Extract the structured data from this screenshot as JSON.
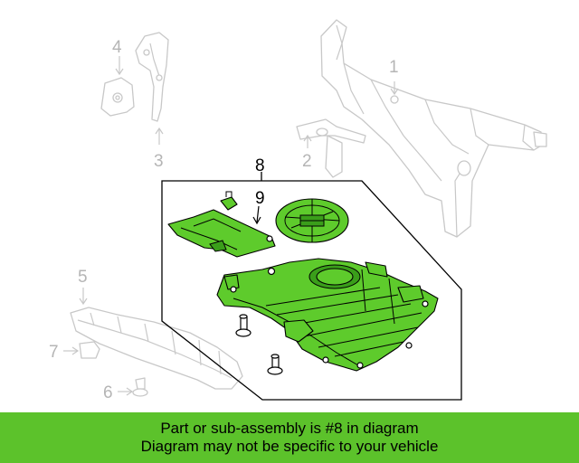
{
  "callouts": {
    "c1": "1",
    "c2": "2",
    "c3": "3",
    "c4": "4",
    "c5": "5",
    "c6": "6",
    "c7": "7",
    "c8": "8",
    "c9": "9"
  },
  "banner": {
    "line1": "Part or sub-assembly is #8 in diagram",
    "line2": "Diagram may not be specific to your vehicle"
  },
  "colors": {
    "highlight": "#5ecb2c",
    "banner": "#5cc22b",
    "ghost": "#c8c8c8"
  }
}
